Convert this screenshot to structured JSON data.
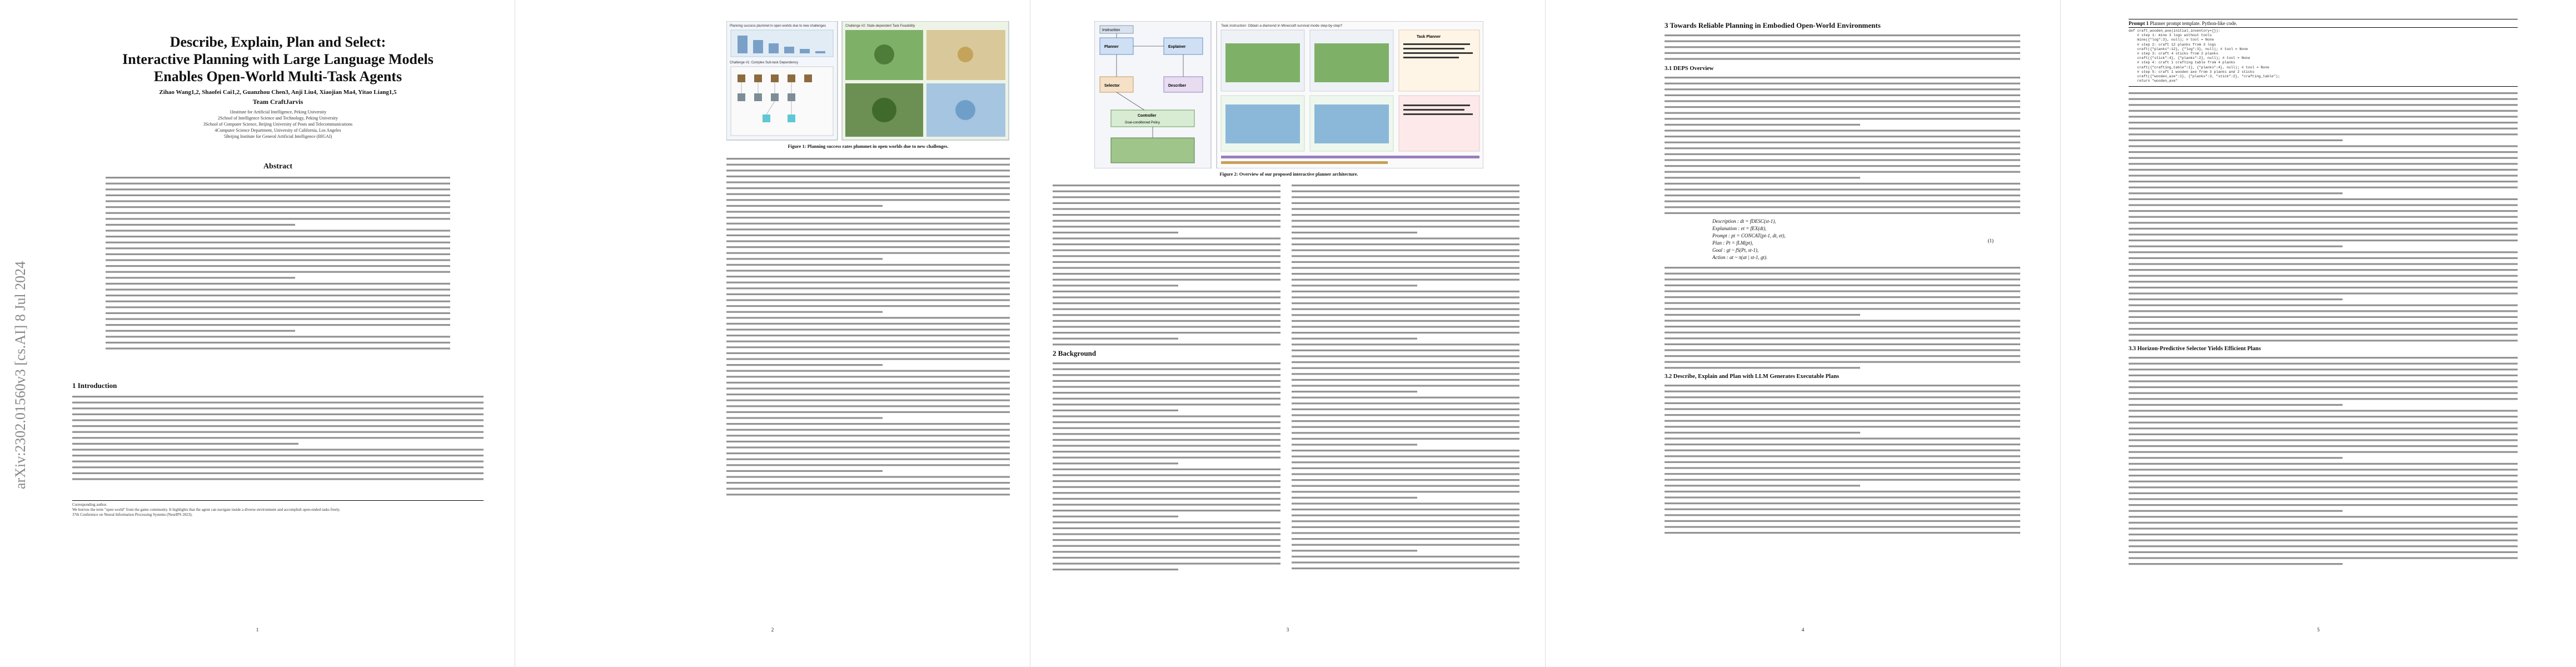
{
  "arxiv_id": "arXiv:2302.01560v3  [cs.AI]  8 Jul 2024",
  "page1": {
    "title": "Describe, Explain, Plan and Select:\nInteractive Planning with Large Language Models\nEnables Open-World Multi-Task Agents",
    "authors": "Zihao Wang1,2, Shaofei Cai1,2, Guanzhou Chen3, Anji Liu4, Xiaojian Ma4, Yitao Liang1,5",
    "team": "Team CraftJarvis",
    "affiliations": "1Institute for Artificial Intelligence, Peking University\n2School of Intelligence Science and Technology, Peking University\n3School of Computer Science, Beijing University of Posts and Telecommunications\n4Computer Science Department, University of California, Los Angeles\n5Beijing Institute for General Artificial Intelligence (BIGAI)",
    "abstract_heading": "Abstract",
    "intro_heading": "1   Introduction",
    "footnote": "Corresponding author.\nWe borrow the term \"open world\" from the game community. It highlights that the agent can navigate inside a diverse environment and accomplish open-ended tasks freely.\n37th Conference on Neural Information Processing Systems (NeurIPS 2023).",
    "page_number": "1"
  },
  "page2": {
    "caption_label": "Figure 1:",
    "caption": "Planning success rates plummet in open worlds due to new challenges.",
    "fig_left_title": "Planning success plummet in open worlds due to new challenges",
    "fig_right_title": "Challenge #2: State-dependent Task Feasibility",
    "fig_left_sub": "Challenge #1: Complex Sub-task Dependency",
    "page_number": "2"
  },
  "page3": {
    "caption_label": "Figure 2:",
    "caption": "Overview of our proposed interactive planner architecture.",
    "fig_labels": [
      "Instruction",
      "Planner",
      "Explainer",
      "Describer",
      "Selector",
      "Controller",
      "Goal-conditioned Policy",
      "Task Planner"
    ],
    "fig_right_title": "Task instruction: Obtain a diamond in Minecraft survival mode step-by-step?",
    "section": "2   Background",
    "page_number": "3"
  },
  "page4": {
    "section": "3   Towards Reliable Planning in Embodied Open-World Environments",
    "sub1": "3.1   DEPS Overview",
    "sub2": "3.2   Describe, Explain and Plan with LLM Generates Executable Plans",
    "equations": [
      "Description : dt = fDESC(st-1),",
      "Explanation : et = fEX(dt),",
      "Prompt : pt = CONCAT(pt-1, dt, et),",
      "Plan : Pt = fLM(pt),",
      "Goal : gt ~ fS(Pt, st-1),",
      "Action : at ~ π(at | st-1, gt)."
    ],
    "eq_number": "(1)",
    "page_number": "4"
  },
  "page5": {
    "prompt_heading": "Prompt 1",
    "prompt_caption": "Planner prompt template. Python-like code.",
    "code": "def craft_wooden_axe(initial_inventory={}):\n    # step 1: mine 3 logs without tools\n    mine({\"log\":3}, null); # tool = None\n    # step 2: craft 12 planks from 3 logs\n    craft({\"planks\":12}, {\"log\":3}, null); # tool = None\n    # step 3: craft 4 sticks from 2 planks\n    craft({\"stick\":4}, {\"planks\":2}, null); # tool = None\n    # step 4: craft 1 crafting table from 4 planks\n    craft({\"crafting_table\":1}, {\"planks\":4}, null); # tool = None\n    # step 5: craft 1 wooden axe from 3 planks and 2 sticks\n    craft({\"wooden_axe\":1}, {\"planks\":3, \"stick\":2}, \"crafting_table\");\n    return \"wooden_axe\"",
    "sub": "3.3   Horizon-Predictive Selector Yields Efficient Plans",
    "page_number": "5"
  }
}
